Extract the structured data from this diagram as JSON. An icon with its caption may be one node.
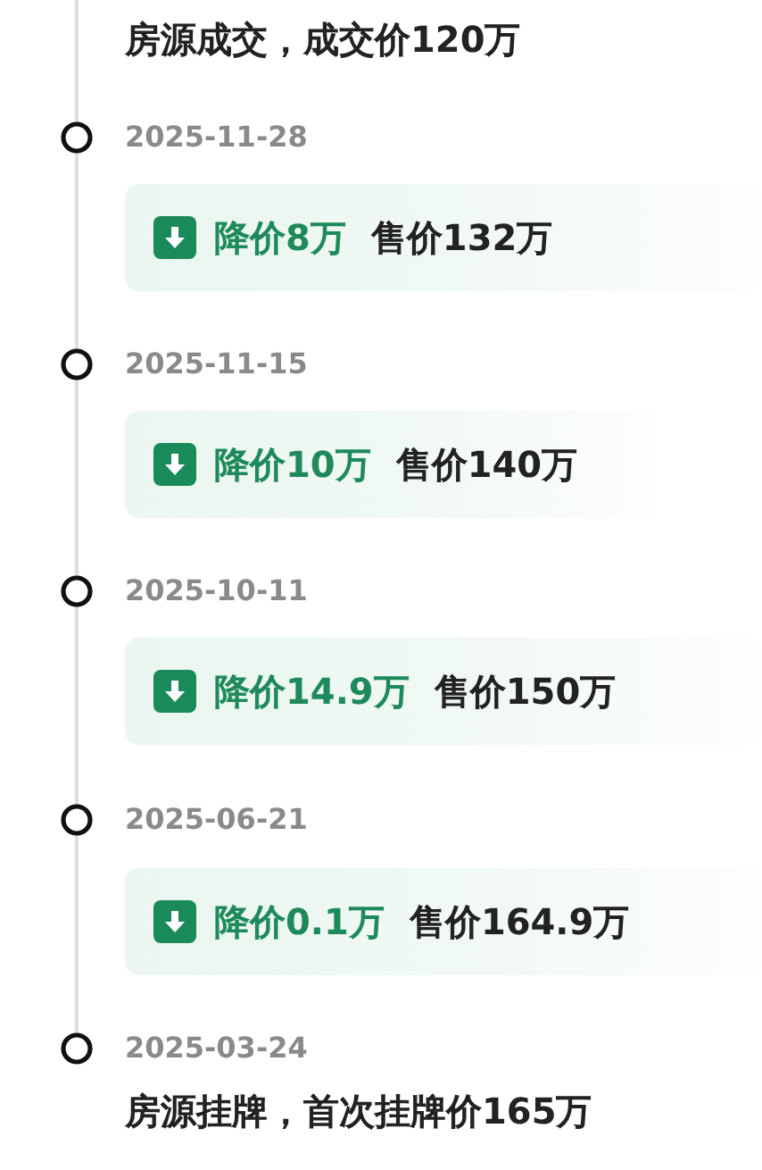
{
  "diagram": {
    "nodes": [
      {
        "text": [
          "降价8万",
          "售价132万"
        ]
      },
      {
        "text": [
          "降价10万",
          "售价140万"
        ]
      },
      {
        "text": [
          "降价14.9万",
          "售价150万"
        ]
      },
      {
        "text": [
          "降价0.1万",
          "售价164.9万"
        ]
      }
    ],
    "labels": [
      "房源成交，成交价120万",
      "2025-11-28",
      "2025-11-15",
      "2025-10-11",
      "2025-06-21",
      "2025-03-24",
      "房源挂牌，首次挂牌价165万"
    ]
  }
}
